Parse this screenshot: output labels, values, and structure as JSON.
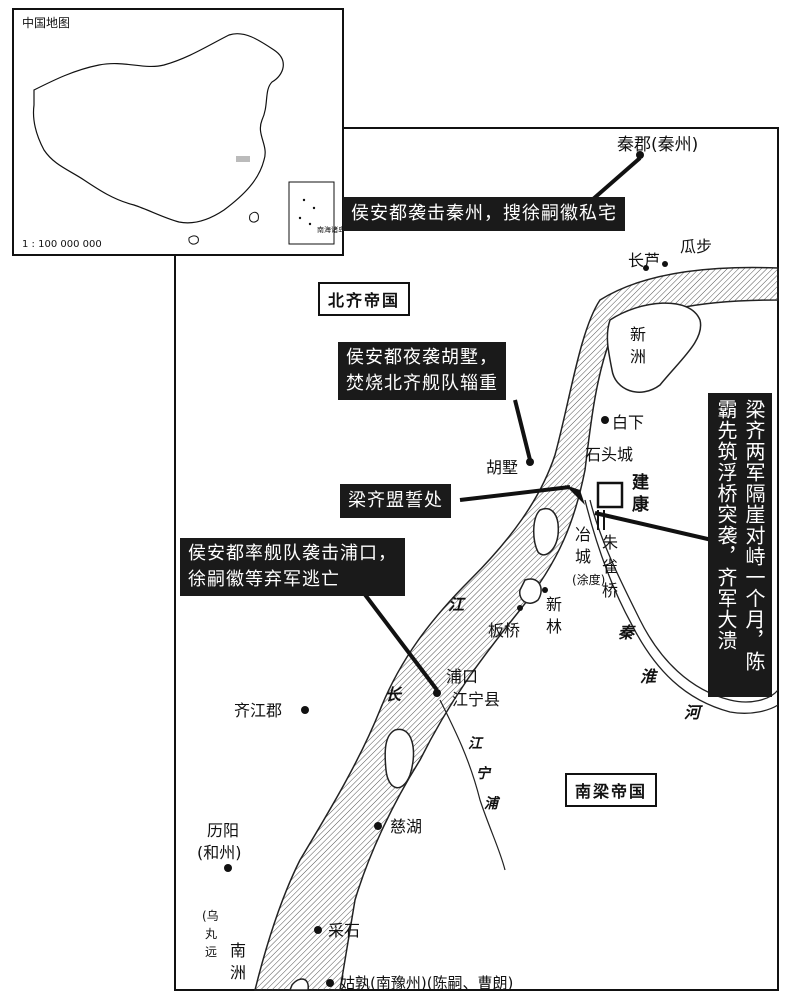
{
  "inset": {
    "title": "中国地图",
    "scale": "1 : 100 000 000",
    "south_sea_label": "南海诸岛"
  },
  "states": {
    "north": "北齐帝国",
    "south": "南梁帝国"
  },
  "rivers": {
    "yangtze_1": "江",
    "yangtze_2": "长",
    "qinhuai_1": "秦",
    "qinhuai_2": "淮",
    "qinhuai_3": "河",
    "jiangning_1": "江",
    "jiangning_2": "宁",
    "jiangning_3": "浦"
  },
  "places": {
    "qinjun": "秦郡(秦州)",
    "changlu": "长芦",
    "guabu": "瓜步",
    "xinzhou": "新洲",
    "baixia": "白下",
    "shitoucheng": "石头城",
    "huye": "胡墅",
    "jiankang": "建康",
    "yecheng": "冶城",
    "tudu": "(涂度)",
    "zhuqueqiao": "朱雀桥",
    "xinlin": "新林",
    "banqiao": "板桥",
    "pukou": "浦口",
    "jiangningxian": "江宁县",
    "qijiangjun": "齐江郡",
    "lishui": "历阳",
    "hezhou": "(和州)",
    "cihu": "慈湖",
    "caishi": "采石",
    "wuwan": "(乌丸远)",
    "nanzhou": "南洲",
    "gushu": "姑孰(南豫州)(陈嗣、曹朗)"
  },
  "callouts": {
    "c1": "侯安都袭击秦州，搜徐嗣徽私宅",
    "c2_line1": "侯安都夜袭胡墅，",
    "c2_line2": "焚烧北齐舰队辎重",
    "c3": "梁齐盟誓处",
    "c4_line1": "侯安都率舰队袭击浦口，",
    "c4_line2": "徐嗣徽等弃军逃亡",
    "c5": "梁齐两军隔崖对峙一个月，陈霸先筑浮桥突袭，齐军大溃"
  }
}
